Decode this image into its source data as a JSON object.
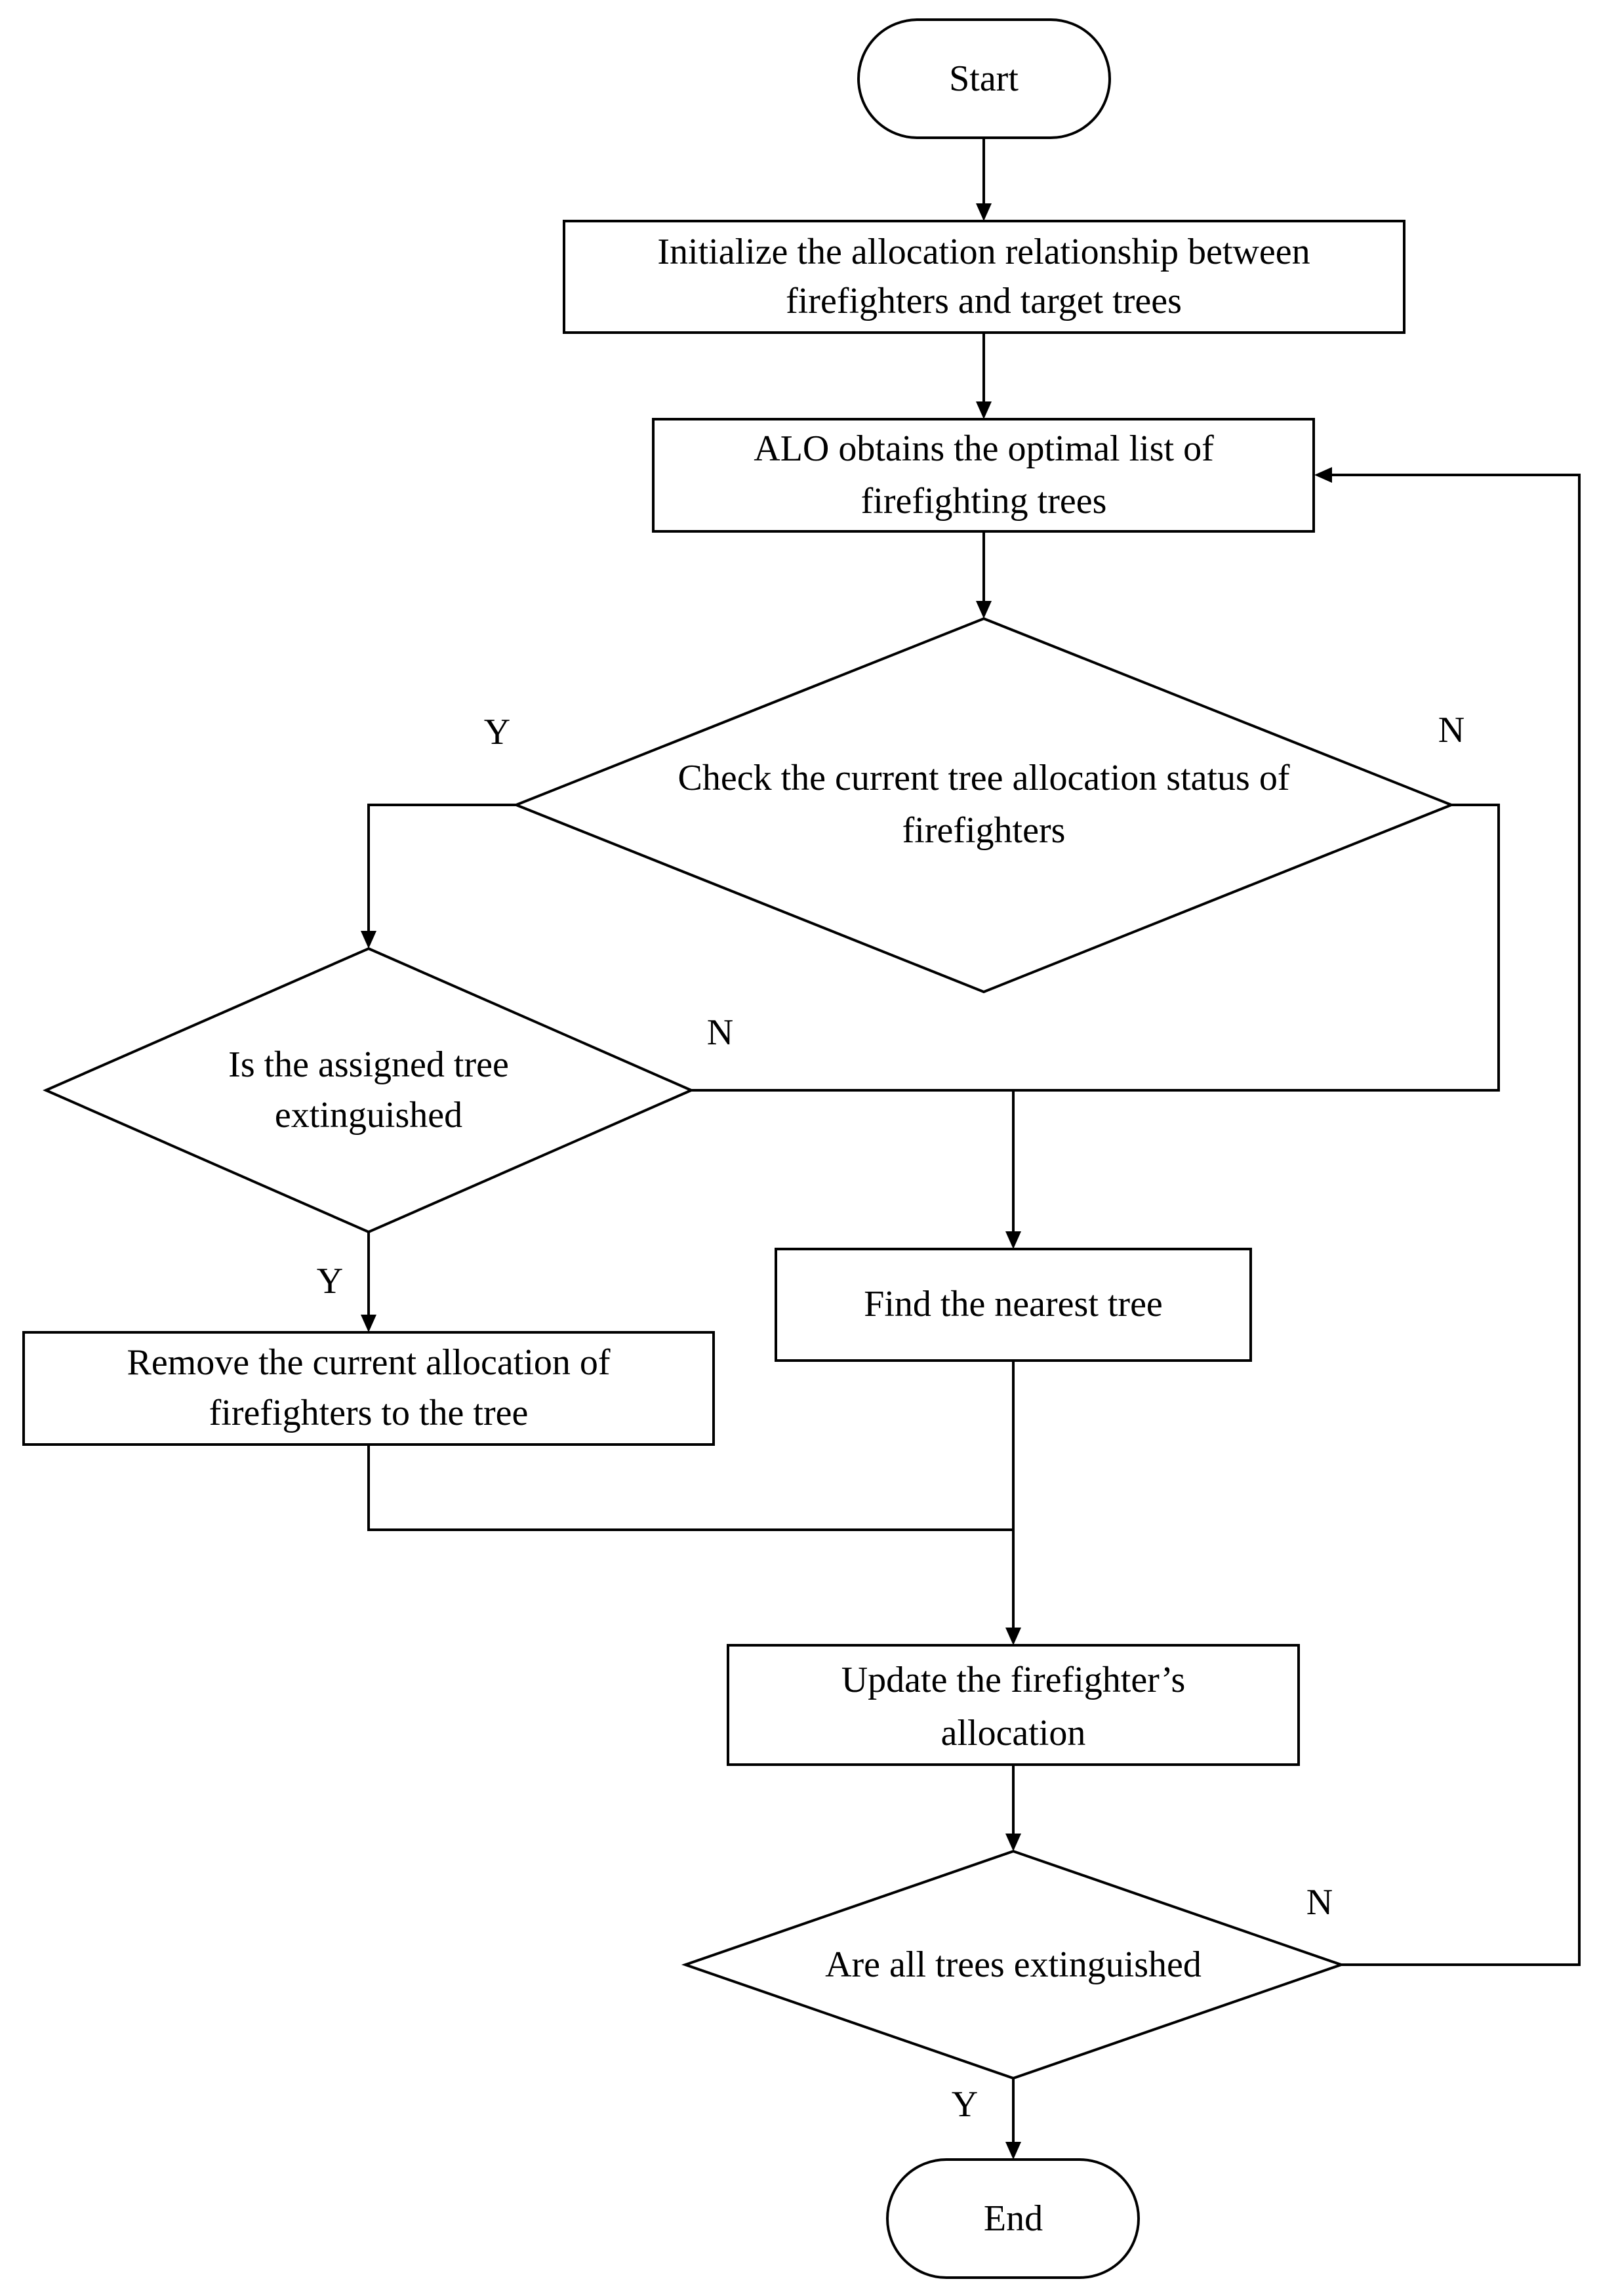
{
  "nodes": {
    "start": "Start",
    "init_line1": "Initialize the allocation relationship between",
    "init_line2": "firefighters and target trees",
    "alo_line1": "ALO obtains the optimal list of",
    "alo_line2": "firefighting trees",
    "check_line1": "Check the current tree allocation status of",
    "check_line2": "firefighters",
    "assigned_line1": "Is the assigned tree",
    "assigned_line2": "extinguished",
    "remove_line1": "Remove the current allocation of",
    "remove_line2": "firefighters to the tree",
    "nearest": "Find the nearest tree",
    "update_line1": "Update the firefighter’s",
    "update_line2": "allocation",
    "all_trees": "Are all trees extinguished",
    "end": "End"
  },
  "branch_labels": {
    "check_yes": "Y",
    "check_no": "N",
    "assigned_no": "N",
    "assigned_yes": "Y",
    "all_no": "N",
    "all_yes": "Y"
  }
}
